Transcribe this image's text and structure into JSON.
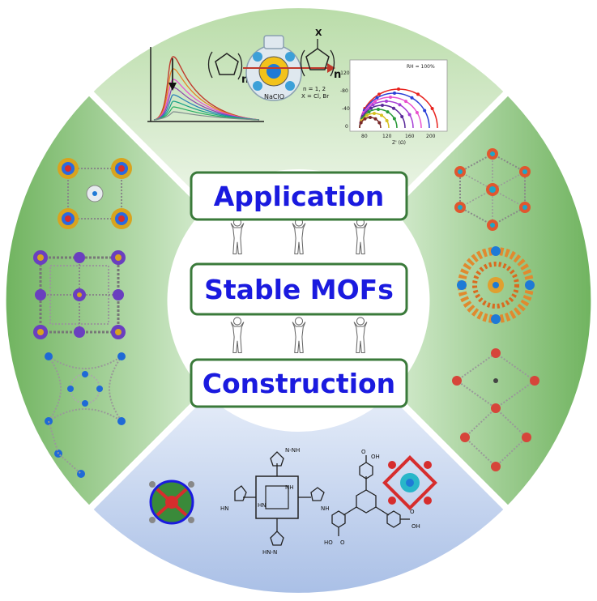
{
  "center": {
    "top_label": "Application",
    "middle_label": "Stable MOFs",
    "bottom_label": "Construction"
  },
  "top_panel": {
    "reactant_label": "n",
    "product_x_label": "X",
    "product_n_label": "n",
    "conditions": "n = 1, 2",
    "halides": "X = Cl, Br",
    "catalyst_label": "NaClO",
    "plot_legend": "RH = 100%",
    "plot_y_ticks": [
      "-120",
      "-80",
      "-40",
      "0"
    ],
    "plot_x_ticks": [
      "80",
      "120",
      "160",
      "200"
    ],
    "plot_x_label": "Z' (Ω)",
    "curve_colors": [
      "#e8241f",
      "#2a3fd6",
      "#e84fcf",
      "#a63fd6",
      "#5a2a9a",
      "#2a9a3a",
      "#d6c01f",
      "#7a2a2a"
    ]
  },
  "bottom_panel": {
    "pyrazole_labels": [
      "N-NH",
      "HN",
      "NH",
      "HN-N"
    ],
    "porphyrin_nh_labels": [
      "HN",
      "NH"
    ],
    "acid_labels": [
      "OH",
      "HO",
      "OH"
    ],
    "acid_o_labels": [
      "O",
      "O",
      "O"
    ]
  },
  "colors": {
    "ring_green": "#7cbd6e",
    "ring_light_green": "#cfe6c4",
    "top_green": "#d7ebcd",
    "bottom_blue": "#c5d5ee",
    "box_border": "#3a7a3a",
    "label_blue": "#1a1adf"
  },
  "icons": [
    "person-figure-icon",
    "mof-cluster-icon",
    "flask-icon"
  ]
}
